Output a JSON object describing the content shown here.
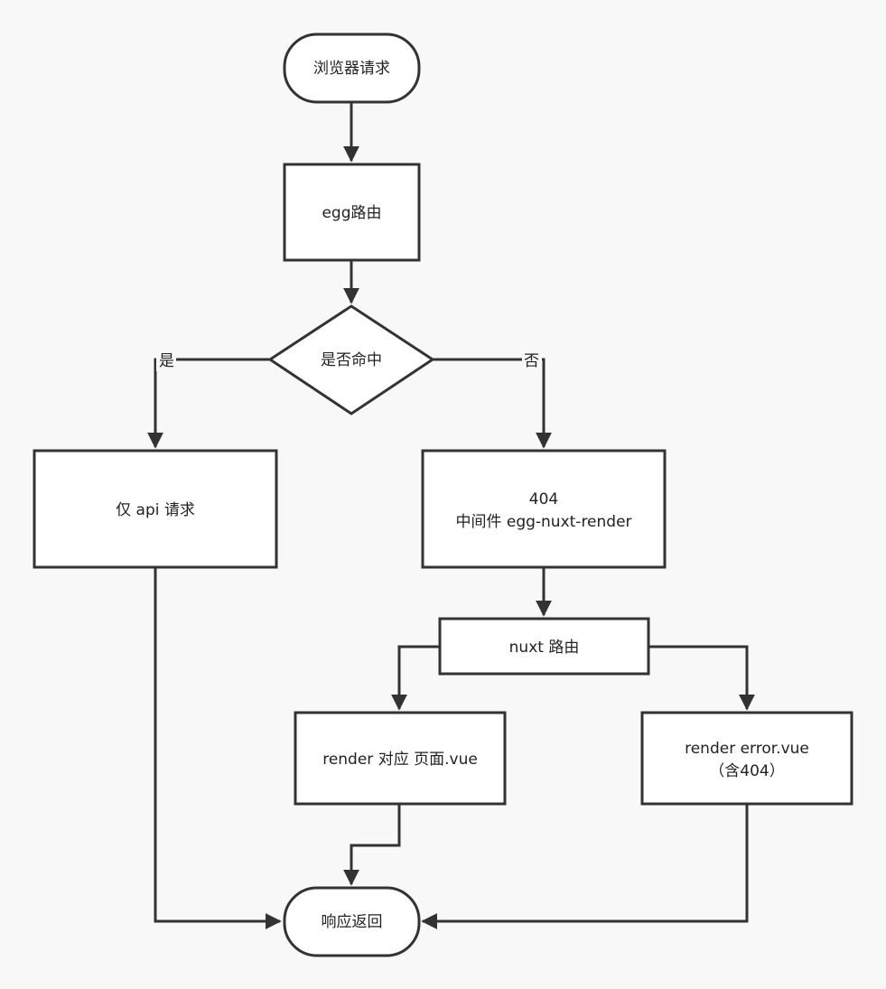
{
  "nodes": {
    "start": "浏览器请求",
    "egg_router": "egg路由",
    "decision": "是否命中",
    "api_only": "仅 api 请求",
    "middleware_line1": "404",
    "middleware_line2": "中间件 egg-nuxt-render",
    "nuxt_router": "nuxt 路由",
    "render_page": "render 对应 页面.vue",
    "render_error_line1": "render error.vue",
    "render_error_line2": "（含404）",
    "end": "响应返回"
  },
  "edges": {
    "yes_label": "是",
    "no_label": "否"
  }
}
